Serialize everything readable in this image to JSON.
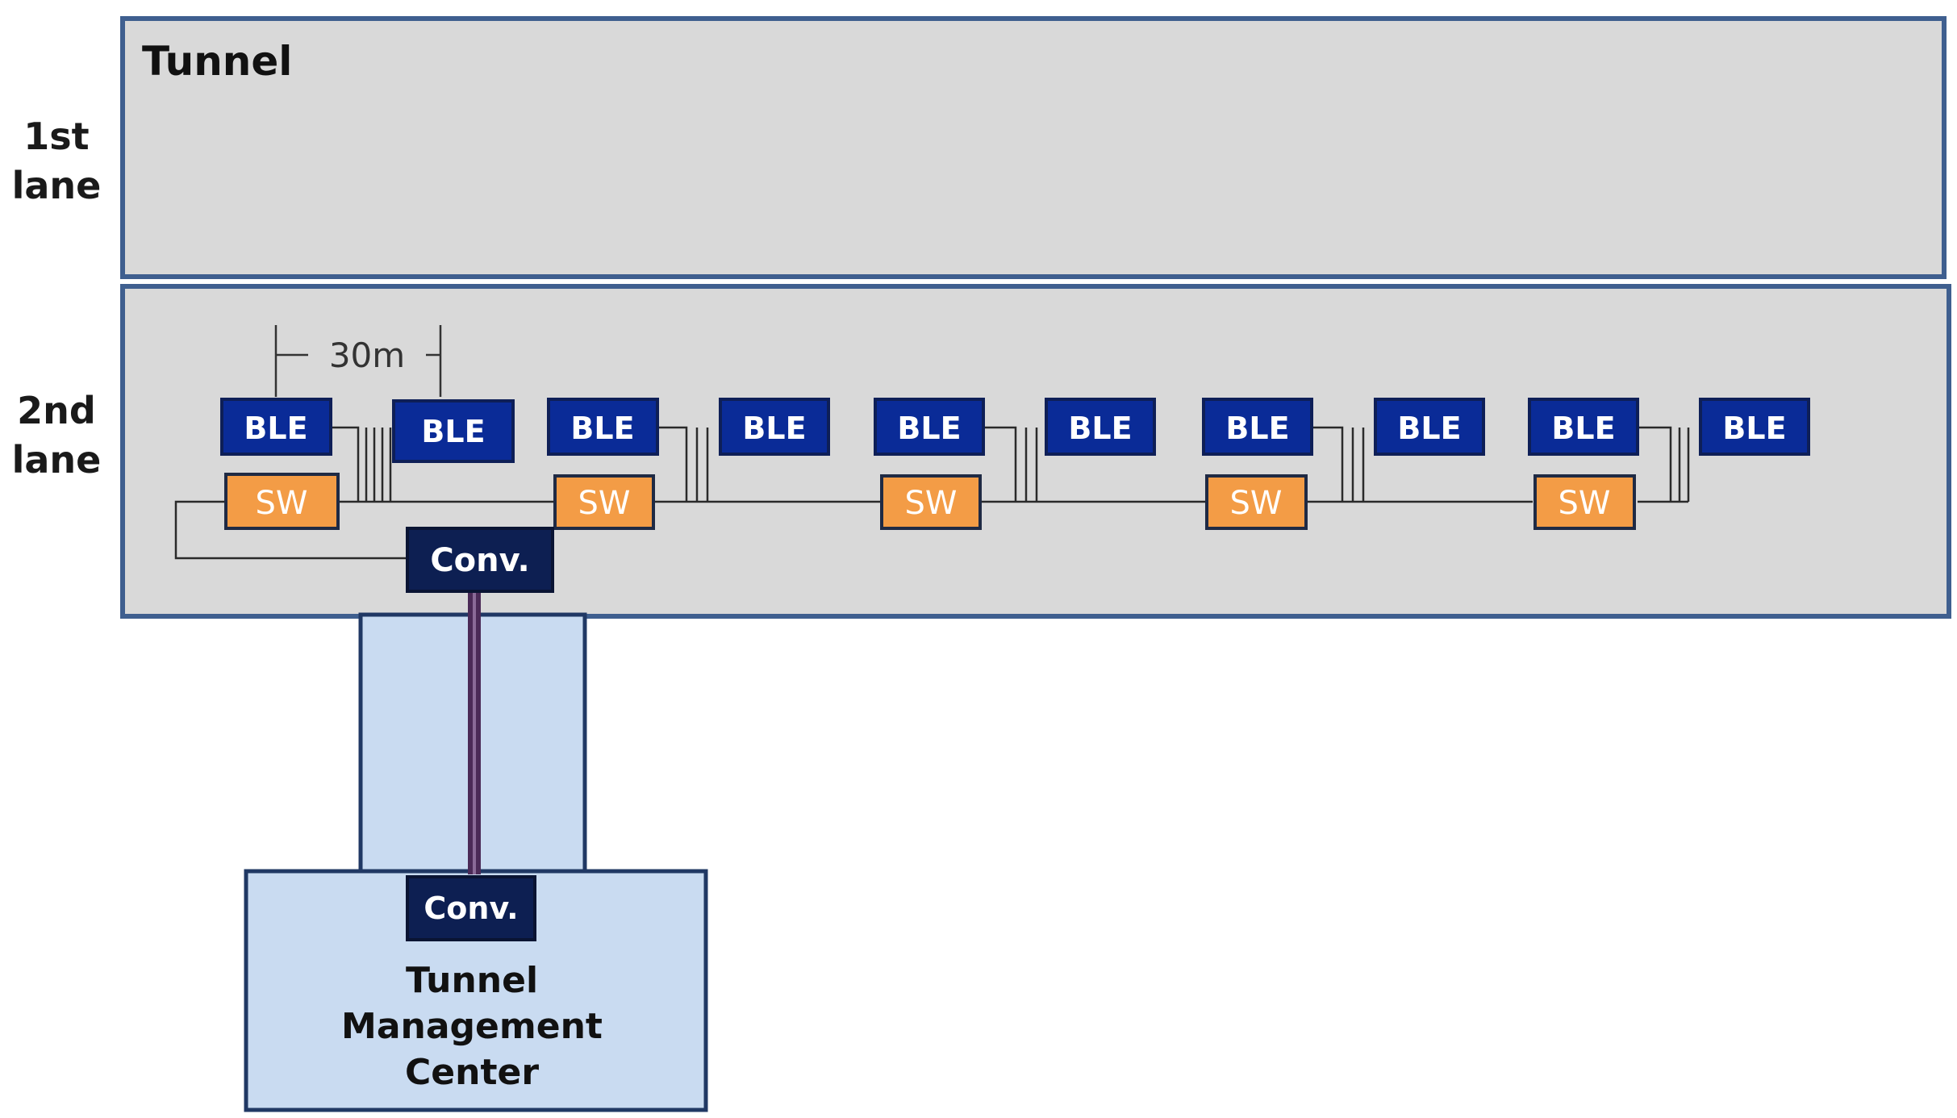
{
  "lanes": {
    "first": {
      "line1": "1st",
      "line2": "lane"
    },
    "second": {
      "line1": "2nd",
      "line2": "lane"
    }
  },
  "tunnel": {
    "title": "Tunnel"
  },
  "spacing": {
    "label": "30m"
  },
  "devices": {
    "ble_label": "BLE",
    "sw_label": "SW",
    "conv_label": "Conv."
  },
  "center": {
    "line1": "Tunnel",
    "line2": "Management",
    "line3": "Center"
  },
  "colors": {
    "tunnel_fill": "#d9d9d9",
    "tunnel_border": "#3f5f8f",
    "ble_fill": "#0a2b97",
    "ble_border": "#0e1f57",
    "sw_fill": "#f39c46",
    "conv_fill": "#0d1f52",
    "building_fill": "#c9dbf1",
    "building_border": "#203864",
    "cable": "#4b2a57"
  }
}
